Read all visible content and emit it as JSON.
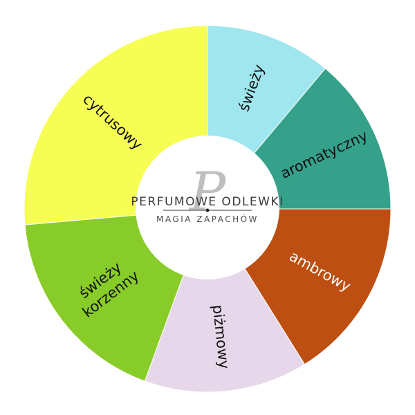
{
  "chart_data": {
    "type": "pie",
    "donut": true,
    "start_angle_deg": 0,
    "slices": [
      {
        "label": "świeży",
        "value": 40,
        "color": "#9fe6ee",
        "text_color": "#111111"
      },
      {
        "label": "aromatyczny",
        "value": 50,
        "color": "#36a18b",
        "text_color": "#111111"
      },
      {
        "label": "ambrowy",
        "value": 58,
        "color": "#bc4f11",
        "text_color": "#ffffff"
      },
      {
        "label": "piżmowy",
        "value": 52,
        "color": "#e6d8ea",
        "text_color": "#111111"
      },
      {
        "label": "świeży\nkorzenny",
        "value": 65,
        "color": "#88cc2a",
        "text_color": "#111111"
      },
      {
        "label": "cytrusowy",
        "value": 95,
        "color": "#f6fe53",
        "text_color": "#111111"
      }
    ]
  },
  "logo": {
    "letter": "P",
    "main_text": "PERFUMOWE ODLEWKI",
    "sub_text": "MAGIA ZAPACHÓW"
  }
}
